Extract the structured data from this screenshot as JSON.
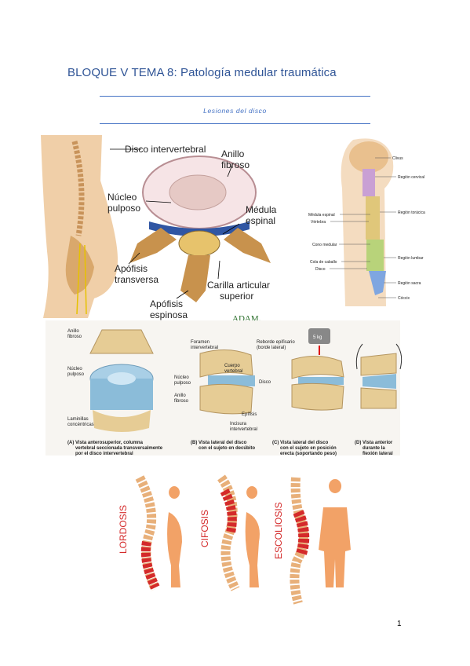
{
  "header": {
    "title": "BLOQUE V TEMA 8: Patología medular traumática",
    "subtitle": "Lesiones del disco"
  },
  "figure1": {
    "labels": {
      "disco": "Disco intervertebral",
      "anillo1": "Anillo",
      "anillo2": "fibroso",
      "nucleo1": "Núcleo",
      "nucleo2": "pulposo",
      "medula1": "Médula",
      "medula2": "espinal",
      "apo_trans1": "Apófisis",
      "apo_trans2": "transversa",
      "carilla1": "Carilla articular",
      "carilla2": "superior",
      "apo_esp1": "Apófisis",
      "apo_esp2": "espinosa",
      "logo": "ADAM."
    }
  },
  "figure2": {
    "labels": {
      "clivus": "Clivus",
      "cervical": "Región cervical",
      "toracica": "Región torácica",
      "medula": "Médula espinal",
      "vertebra": "Vértebra",
      "cono": "Cono medular",
      "cola": "Cola de caballo",
      "disco": "Disco",
      "lumbar": "Región lumbar",
      "sacra": "Región sacra",
      "coccix": "Cóccix"
    }
  },
  "figure3": {
    "labels": {
      "anillo1": "Anillo",
      "anillo2": "fibroso",
      "nucleo1": "Núcleo",
      "nucleo2": "pulposo",
      "laminillas1": "Laminillas",
      "laminillas2": "concéntricas",
      "foramen1": "Foramen",
      "foramen2": "intervertebral",
      "cuerpo1": "Cuerpo",
      "cuerpo2": "vertebral",
      "reborde1": "Reborde epifisario",
      "reborde2": "(borde lateral)",
      "peso": "5 kg",
      "nucleo_b1": "Núcleo",
      "nucleo_b2": "pulposo",
      "anillo_b1": "Anillo",
      "anillo_b2": "fibroso",
      "disco": "Disco",
      "epifisis": "Epífisis",
      "incisura1": "Incisura",
      "incisura2": "intervertebral",
      "capA1": "(A)  Vista anterosuperior, columna",
      "capA2": "vertebral seccionada transversalmente",
      "capA3": "por el disco intervertebral",
      "capB1": "(B)  Vista lateral del disco",
      "capB2": "con el sujeto en decúbito",
      "capC1": "(C)  Vista lateral del disco",
      "capC2": "con el sujeto en posición",
      "capC3": "erecta (soportando peso)",
      "capD1": "(D)  Vista anterior",
      "capD2": "durante la",
      "capD3": "flexión lateral"
    }
  },
  "figure4": {
    "labels": [
      "LORDOSIS",
      "CIFOSIS",
      "ESCOLIOSIS"
    ]
  },
  "footer": {
    "page_number": "1"
  },
  "colors": {
    "heading": "#2f5496",
    "rule": "#4472c4",
    "bone": "#e8c48a",
    "highlight": "#d42a2a",
    "skin": "#f2a267"
  }
}
